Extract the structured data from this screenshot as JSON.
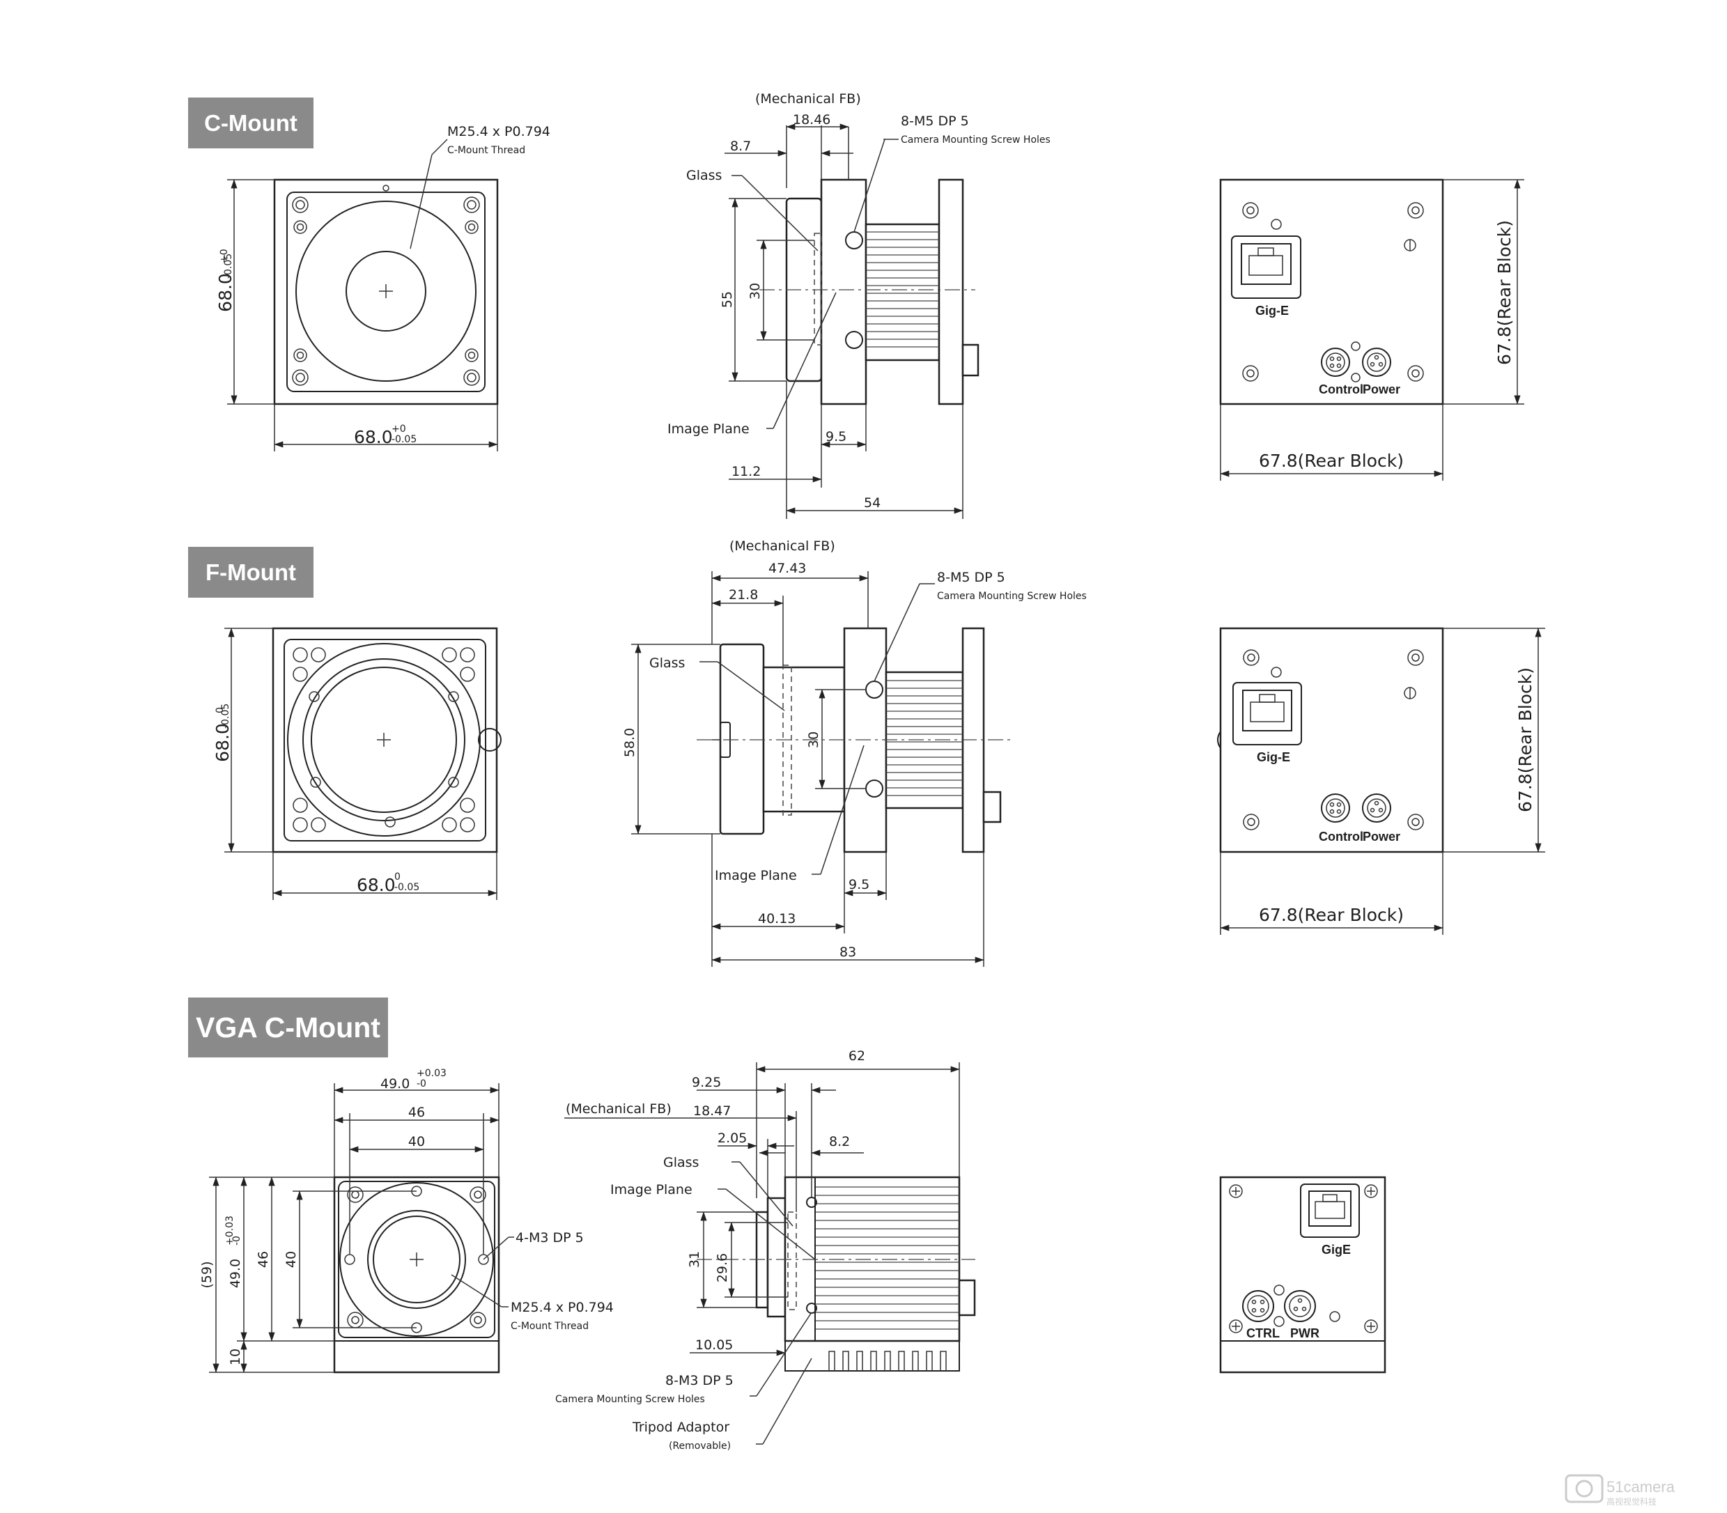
{
  "sections": [
    {
      "title": "C-Mount"
    },
    {
      "title": "F-Mount"
    },
    {
      "title": "VGA C-Mount"
    }
  ],
  "cmount": {
    "front": {
      "height": "68.0",
      "height_tol_plus": "+0",
      "height_tol_minus": "-0.05",
      "width": "68.0",
      "width_tol_plus": "+0",
      "width_tol_minus": "-0.05",
      "thread": "M25.4 x P0.794",
      "thread_note": "C-Mount Thread"
    },
    "side": {
      "fb_label": "(Mechanical FB)",
      "fb": "18.46",
      "d1": "8.7",
      "screw": "8-M5 DP 5",
      "screw_note": "Camera Mounting Screw Holes",
      "glass": "Glass",
      "dia": "55",
      "d30": "30",
      "image_plane": "Image Plane",
      "d95": "9.5",
      "d112": "11.2",
      "length": "54"
    },
    "rear": {
      "height": "67.8(Rear Block)",
      "width": "67.8(Rear Block)",
      "gige": "Gig-E",
      "control": "Control",
      "power": "Power"
    }
  },
  "fmount": {
    "front": {
      "height": "68.0",
      "height_tol_plus": "0",
      "height_tol_minus": "-0.05",
      "width": "68.0",
      "width_tol_plus": "0",
      "width_tol_minus": "-0.05"
    },
    "side": {
      "fb_label": "(Mechanical FB)",
      "fb": "47.43",
      "d1": "21.8",
      "screw": "8-M5 DP 5",
      "screw_note": "Camera Mounting Screw Holes",
      "glass": "Glass",
      "dia": "58.0",
      "d30": "30",
      "image_plane": "Image Plane",
      "d95": "9.5",
      "d4013": "40.13",
      "length": "83"
    },
    "rear": {
      "height": "67.8(Rear Block)",
      "width": "67.8(Rear Block)",
      "gige": "Gig-E",
      "control": "Control",
      "power": "Power"
    }
  },
  "vga": {
    "front": {
      "w49": "49.0",
      "w49_tol_plus": "+0.03",
      "w49_tol_minus": "-0",
      "w46": "46",
      "w40": "40",
      "h59": "(59)",
      "h49": "49.0",
      "h49_tol_plus": "+0.03",
      "h49_tol_minus": "-0",
      "h46": "46",
      "h40": "40",
      "h10": "10",
      "holes": "4-M3 DP 5",
      "thread": "M25.4 x P0.794",
      "thread_note": "C-Mount Thread"
    },
    "side": {
      "length": "62",
      "d925": "9.25",
      "fb_label": "(Mechanical FB)",
      "fb": "18.47",
      "d205": "2.05",
      "d82": "8.2",
      "glass": "Glass",
      "image_plane": "Image Plane",
      "d31": "31",
      "dia": "29.6",
      "d1005": "10.05",
      "screw": "8-M3 DP 5",
      "screw_note": "Camera Mounting Screw Holes",
      "tripod": "Tripod Adaptor",
      "tripod_note": "(Removable)"
    },
    "rear": {
      "gige": "GigE",
      "ctrl": "CTRL",
      "pwr": "PWR"
    }
  },
  "watermark": {
    "text": "51camera",
    "subtext": "高视视觉科技"
  }
}
